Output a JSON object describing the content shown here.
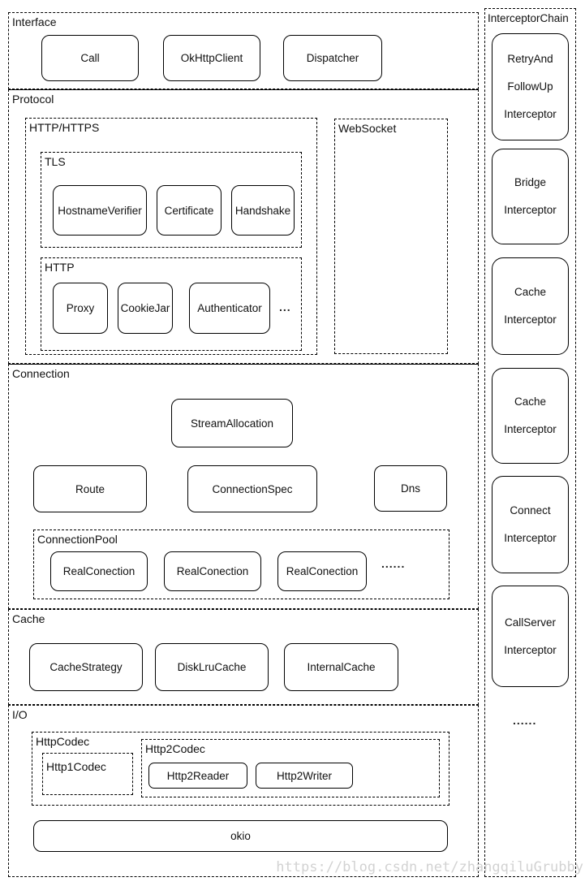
{
  "colors": {
    "border": "#000000",
    "watermark_text": "#d2d2d2"
  },
  "diagram": {
    "interface": {
      "label": "Interface",
      "items": [
        "Call",
        "OkHttpClient",
        "Dispatcher"
      ]
    },
    "protocol": {
      "label": "Protocol",
      "http_https": {
        "label": "HTTP/HTTPS",
        "tls": {
          "label": "TLS",
          "items": [
            "HostnameVerifier",
            "Certificate",
            "Handshake"
          ]
        },
        "http": {
          "label": "HTTP",
          "items": [
            "Proxy",
            "CookieJar",
            "Authenticator"
          ],
          "more": "..."
        }
      },
      "websocket": {
        "label": "WebSocket"
      }
    },
    "connection": {
      "label": "Connection",
      "stream_allocation": "StreamAllocation",
      "row": [
        "Route",
        "ConnectionSpec",
        "Dns"
      ],
      "pool": {
        "label": "ConnectionPool",
        "items": [
          "RealConection",
          "RealConection",
          "RealConection"
        ],
        "more": "......"
      }
    },
    "cache": {
      "label": "Cache",
      "items": [
        "CacheStrategy",
        "DiskLruCache",
        "InternalCache"
      ]
    },
    "io": {
      "label": "I/O",
      "http_codec": {
        "label": "HttpCodec",
        "http1": {
          "label": "Http1Codec"
        },
        "http2": {
          "label": "Http2Codec",
          "items": [
            "Http2Reader",
            "Http2Writer"
          ]
        }
      },
      "okio": "okio"
    },
    "interceptor_chain": {
      "label": "InterceptorChain",
      "items": [
        {
          "lines": [
            "RetryAnd",
            "FollowUp",
            "Interceptor"
          ]
        },
        {
          "lines": [
            "Bridge",
            "Interceptor"
          ]
        },
        {
          "lines": [
            "Cache",
            "Interceptor"
          ]
        },
        {
          "lines": [
            "Cache",
            "Interceptor"
          ]
        },
        {
          "lines": [
            "Connect",
            "Interceptor"
          ]
        },
        {
          "lines": [
            "CallServer",
            "Interceptor"
          ]
        }
      ],
      "more": "......"
    }
  },
  "watermark": "https://blog.csdn.net/zhangqiluGrubby"
}
